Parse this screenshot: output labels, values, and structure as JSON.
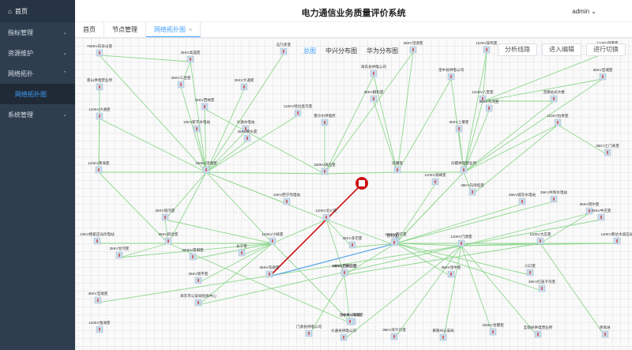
{
  "sidebar": {
    "home": "首页",
    "items": [
      {
        "label": "指标管理"
      },
      {
        "label": "资源维护"
      },
      {
        "label": "网络拓扑"
      },
      {
        "label": "系统管理"
      }
    ],
    "sub_active": "网络拓扑图"
  },
  "header": {
    "title": "电力通信业务质量评价系统",
    "user": "admin"
  },
  "tabs": [
    {
      "label": "首页"
    },
    {
      "label": "节点管理"
    },
    {
      "label": "网络拓扑图"
    }
  ],
  "views": [
    "总图",
    "中兴分布图",
    "华为分布图"
  ],
  "buttons": {
    "analyze": "分析线路",
    "edit": "进入编辑",
    "switch": "进行切换"
  },
  "colors": {
    "link": "#8fd88f",
    "highlight_red": "#cc1111",
    "highlight_blue": "#6aaee8",
    "node_fill": "#c9dced"
  },
  "nodes": [
    {
      "label": "750KV白日山变"
    },
    {
      "label": "石乃亥变"
    },
    {
      "label": "35KV高庙变"
    },
    {
      "label": "35KV湟源变"
    },
    {
      "label": "110KV安和变"
    },
    {
      "label": "110KV丹麻变"
    },
    {
      "label": "南山供电营业所"
    },
    {
      "label": "35KV三合变"
    },
    {
      "label": "35KV大通变"
    },
    {
      "label": "海东县供电公司"
    },
    {
      "label": "湟中县供电公司"
    },
    {
      "label": "35KV宣城变"
    },
    {
      "label": "35KV群科变"
    },
    {
      "label": "110KV八宝变"
    },
    {
      "label": "湟源站光大楼"
    },
    {
      "label": "110KV大通变"
    },
    {
      "label": "35KV西纳变"
    },
    {
      "label": "110KV哈拉直沟变"
    },
    {
      "label": "35KV东沟变"
    },
    {
      "label": "大通水电站"
    },
    {
      "label": "10KV新丰水电站"
    },
    {
      "label": "鲁沙尔供电所"
    },
    {
      "label": "35KV上寨变"
    },
    {
      "label": "35KV桥头变"
    },
    {
      "label": "110KV拉脊变"
    },
    {
      "label": "35KV土门关变"
    },
    {
      "label": "乐都供电营业所"
    },
    {
      "label": "110KV青海变"
    },
    {
      "label": "330KV湟源变"
    },
    {
      "label": "330KV海石变"
    },
    {
      "label": "双寨变"
    },
    {
      "label": "110KV高峰变"
    },
    {
      "label": "10KV西宁热电站"
    },
    {
      "label": "35KV马场垣变"
    },
    {
      "label": "35KV城东水电站"
    },
    {
      "label": "35KV共和水电站"
    },
    {
      "label": "35KV塔尔变"
    },
    {
      "label": "35KV硝沟变"
    },
    {
      "label": "110KV北川变"
    },
    {
      "label": "35KV中庄变"
    },
    {
      "label": "10KV杨家庄光伏电站"
    },
    {
      "label": "35KV四合变"
    },
    {
      "label": "110KV小峡变"
    },
    {
      "label": "330KV西宁变"
    },
    {
      "label": "110KV门源变"
    },
    {
      "label": "110KV大庄变"
    },
    {
      "label": "110KV柴达木高压站"
    },
    {
      "label": "35KV多巴变"
    },
    {
      "label": "35KV甘河变"
    },
    {
      "label": "330KV景阳变"
    },
    {
      "label": "长宁变"
    },
    {
      "label": "35KV新平变"
    },
    {
      "label": "330KV西纳川变"
    },
    {
      "label": "35KV湟中变"
    },
    {
      "label": "35KV上新庄变"
    },
    {
      "label": "川口变"
    },
    {
      "label": "35KV红崖子沟变"
    },
    {
      "label": "35KV互助变"
    },
    {
      "label": "35KV东峡变"
    },
    {
      "label": "民和电厂"
    },
    {
      "label": "330KV南湖变"
    },
    {
      "label": "110KV金滩变"
    },
    {
      "label": "海东市公安局指挥中心"
    },
    {
      "label": "湟中县公安局"
    },
    {
      "label": "门源县供电公司"
    },
    {
      "label": "大通县供电公司"
    },
    {
      "label": "35KV牙什尕变"
    },
    {
      "label": "330KV甘都变"
    },
    {
      "label": "黄南州公安局"
    },
    {
      "label": "互助县供电营业所"
    },
    {
      "label": "民和县"
    },
    {
      "label": "循化变"
    }
  ]
}
